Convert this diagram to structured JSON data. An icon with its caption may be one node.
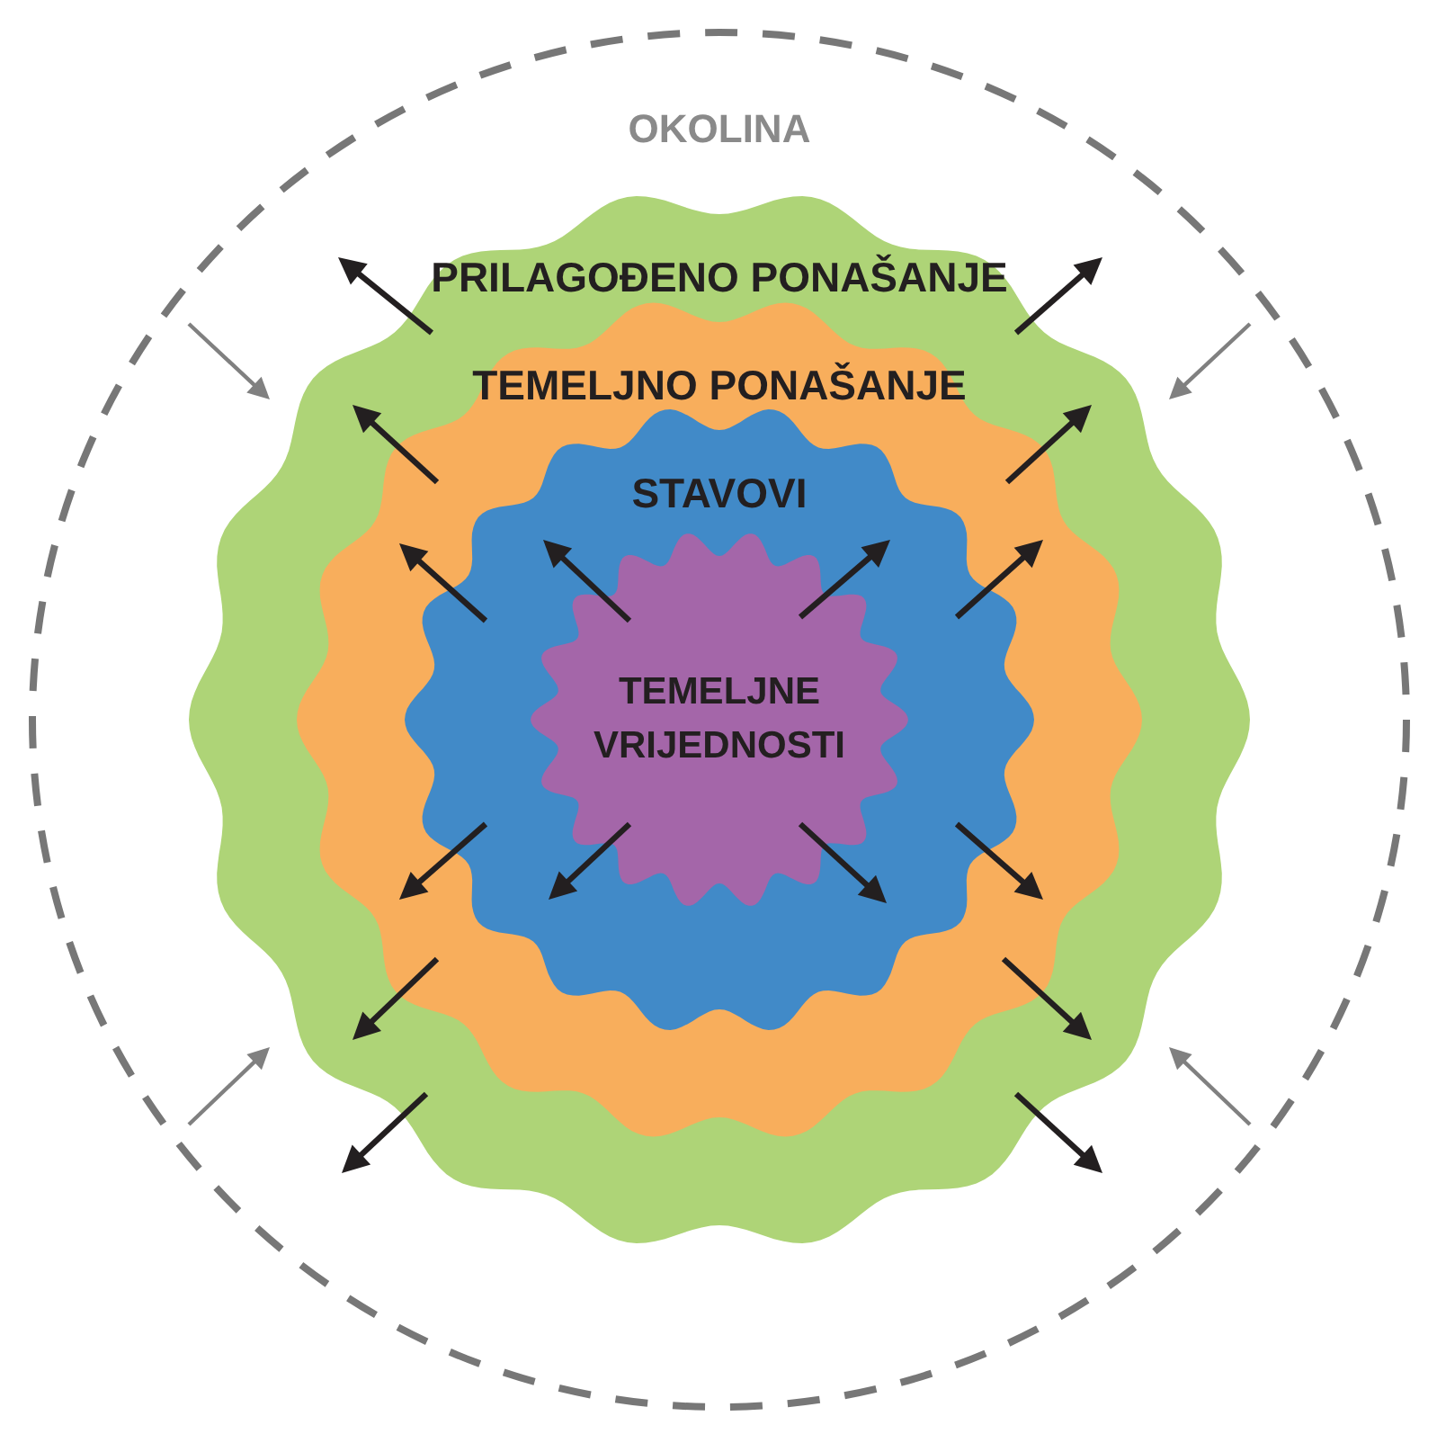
{
  "diagram": {
    "nodes": [
      {
        "text": [
          "OKOLINA"
        ]
      },
      {
        "text": [
          "PRILAGOĐENO PONAŠANJE"
        ],
        "in": 0
      },
      {
        "text": [
          "TEMELJNO PONAŠANJE"
        ],
        "in": 1
      },
      {
        "text": [
          "STAVOVI"
        ],
        "in": 2
      },
      {
        "text": [
          "TEMELJNE VRIJEDNOSTI"
        ],
        "in": 3
      }
    ]
  }
}
